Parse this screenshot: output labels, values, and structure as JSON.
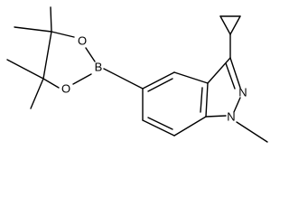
{
  "diagram": {
    "type": "chemical-structure",
    "atom_labels": {
      "O1": "O",
      "O2": "O",
      "B": "B",
      "N_ring": "N",
      "N_methyl": "N"
    },
    "ink_color": "#000000",
    "background_color": "#ffffff"
  }
}
